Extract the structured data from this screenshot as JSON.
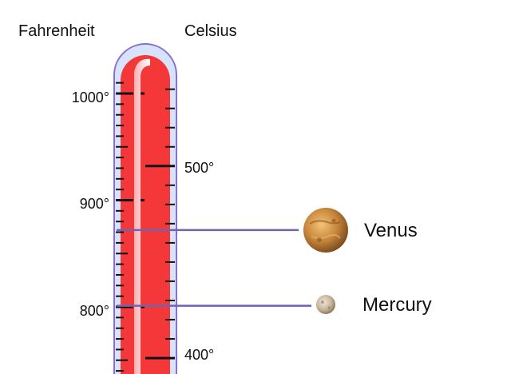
{
  "headers": {
    "fahrenheit": "Fahrenheit",
    "celsius": "Celsius"
  },
  "scale": {
    "fahrenheit_labels": [
      "1000°",
      "900°",
      "800°"
    ],
    "fahrenheit_values": [
      1000,
      900,
      800
    ],
    "celsius_labels": [
      "500°",
      "400°"
    ],
    "celsius_values": [
      500,
      400
    ]
  },
  "planets": [
    {
      "name": "Venus",
      "temp_f": 872
    },
    {
      "name": "Mercury",
      "temp_f": 801
    }
  ],
  "colors": {
    "mercury_fill": "#f4383a",
    "tube_glass": "#d7e3fb",
    "tube_outline": "#8a6fd2",
    "tick": "#111111",
    "pointer_line": "#6f63b0",
    "venus": "#c9873b",
    "mercury_planet": "#c8b59b"
  }
}
